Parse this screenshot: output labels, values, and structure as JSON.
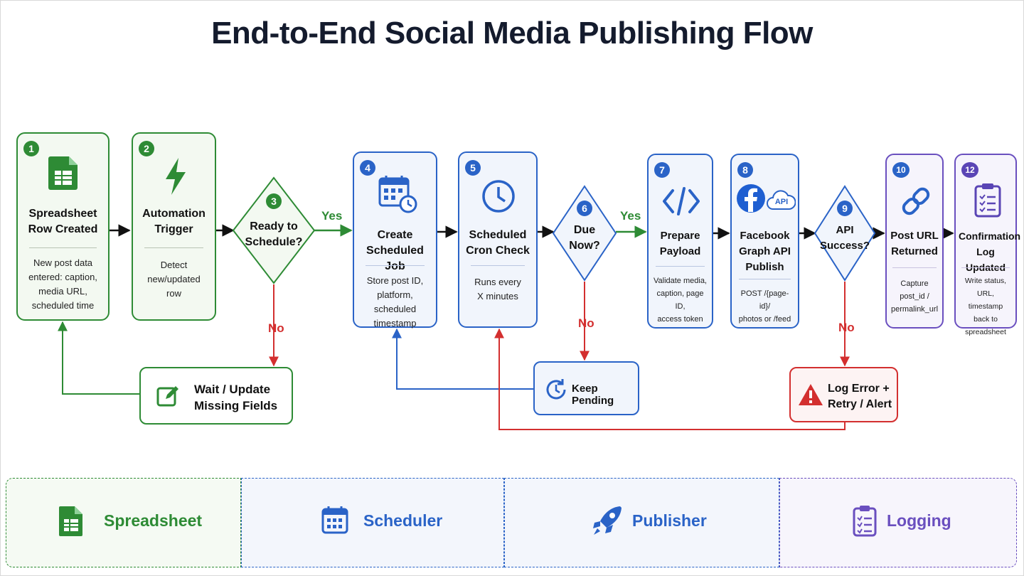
{
  "title": "End-to-End Social Media Publishing Flow",
  "steps": {
    "s1": {
      "num": "1",
      "title_l1": "Spreadsheet",
      "title_l2": "Row Created",
      "desc_l1": "New post data",
      "desc_l2": "entered: caption,",
      "desc_l3": "media URL,",
      "desc_l4": "scheduled time"
    },
    "s2": {
      "num": "2",
      "title_l1": "Automation",
      "title_l2": "Trigger",
      "desc_l1": "Detect new/updated",
      "desc_l2": "row"
    },
    "s3": {
      "num": "3",
      "title_l1": "Ready to",
      "title_l2": "Schedule?"
    },
    "s4": {
      "num": "4",
      "title_l1": "Create",
      "title_l2": "Scheduled Job",
      "desc_l1": "Store post ID,",
      "desc_l2": "platform, scheduled",
      "desc_l3": "timestamp"
    },
    "s5": {
      "num": "5",
      "title_l1": "Scheduled",
      "title_l2": "Cron Check",
      "desc_l1": "Runs every",
      "desc_l2": "X minutes"
    },
    "s6": {
      "num": "6",
      "title_l1": "Due",
      "title_l2": "Now?"
    },
    "s7": {
      "num": "7",
      "title_l1": "Prepare",
      "title_l2": "Payload",
      "desc_l1": "Validate media,",
      "desc_l2": "caption, page ID,",
      "desc_l3": "access token"
    },
    "s8": {
      "num": "8",
      "title_l1": "Facebook",
      "title_l2": "Graph API",
      "title_l3": "Publish",
      "desc_l1": "POST /{page-id}/",
      "desc_l2": "photos or /feed",
      "api_badge": "API"
    },
    "s9": {
      "num": "9",
      "title_l1": "API",
      "title_l2": "Success?"
    },
    "s10": {
      "num": "10",
      "title_l1": "Post URL",
      "title_l2": "Returned",
      "desc_l1": "Capture post_id /",
      "desc_l2": "permalink_url"
    },
    "s12": {
      "num": "12",
      "title_l1": "Confirmation",
      "title_l2": "Log Updated",
      "desc_l1": "Write status, URL,",
      "desc_l2": "timestamp back to",
      "desc_l3": "spreadsheet"
    }
  },
  "side": {
    "wait_l1": "Wait / Update",
    "wait_l2": "Missing Fields",
    "pending": "Keep Pending",
    "error_l1": "Log Error +",
    "error_l2": "Retry / Alert"
  },
  "labels": {
    "yes1": "Yes",
    "yes2": "Yes",
    "no1": "No",
    "no2": "No",
    "no3": "No"
  },
  "legend": [
    {
      "label": "Spreadsheet",
      "icon": "spreadsheet-icon",
      "color": "#2e8b35"
    },
    {
      "label": "Scheduler",
      "icon": "calendar-icon",
      "color": "#2a63c7"
    },
    {
      "label": "Publisher",
      "icon": "rocket-icon",
      "color": "#2a63c7"
    },
    {
      "label": "Logging",
      "icon": "clipboard-icon",
      "color": "#6a4fbf"
    }
  ],
  "colors": {
    "green": "#2e8b35",
    "blue": "#2a63c7",
    "red": "#d32f2f",
    "purple": "#6a4fbf"
  }
}
